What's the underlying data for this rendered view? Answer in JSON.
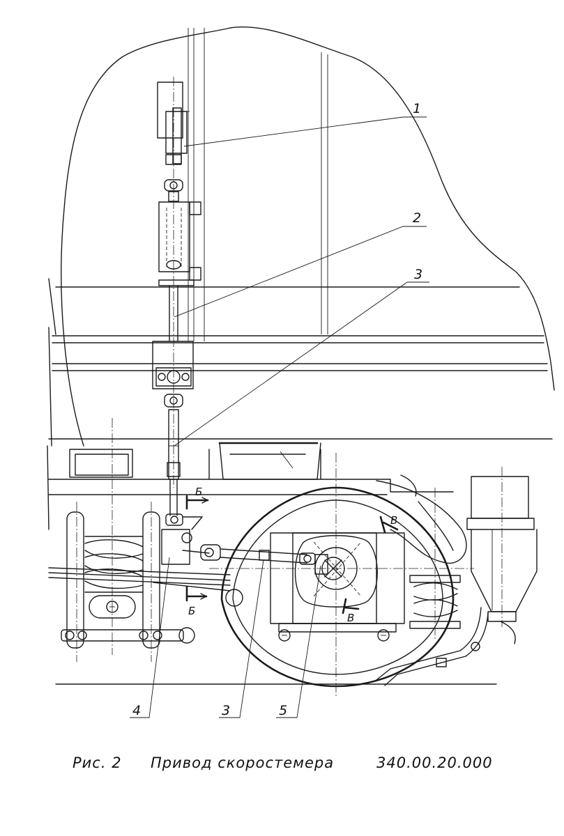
{
  "callouts": {
    "c1": "1",
    "c2": "2",
    "c3_upper": "3",
    "c3_lower": "3",
    "c4": "4",
    "c5": "5"
  },
  "section_marks": {
    "b_upper": "Б",
    "b_lower": "Б",
    "v_upper": "В",
    "v_lower": "В"
  },
  "caption": {
    "figure": "Рис. 2",
    "title": "Привод скоростемера",
    "code": "340.00.20.000"
  }
}
